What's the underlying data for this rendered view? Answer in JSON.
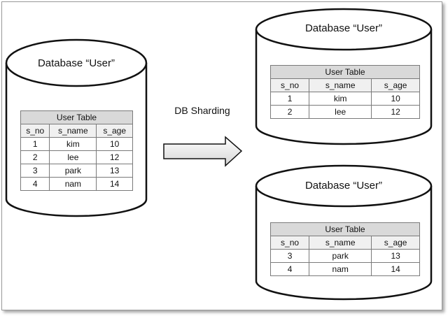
{
  "source_db": {
    "label": "Database “User”",
    "table": {
      "title": "User Table",
      "columns": [
        "s_no",
        "s_name",
        "s_age"
      ],
      "rows": [
        [
          "1",
          "kim",
          "10"
        ],
        [
          "2",
          "lee",
          "12"
        ],
        [
          "3",
          "park",
          "13"
        ],
        [
          "4",
          "nam",
          "14"
        ]
      ]
    }
  },
  "arrow": {
    "label": "DB Sharding"
  },
  "shard_1": {
    "label": "Database “User”",
    "table": {
      "title": "User Table",
      "columns": [
        "s_no",
        "s_name",
        "s_age"
      ],
      "rows": [
        [
          "1",
          "kim",
          "10"
        ],
        [
          "2",
          "lee",
          "12"
        ]
      ]
    }
  },
  "shard_2": {
    "label": "Database “User”",
    "table": {
      "title": "User Table",
      "columns": [
        "s_no",
        "s_name",
        "s_age"
      ],
      "rows": [
        [
          "3",
          "park",
          "13"
        ],
        [
          "4",
          "nam",
          "14"
        ]
      ]
    }
  }
}
